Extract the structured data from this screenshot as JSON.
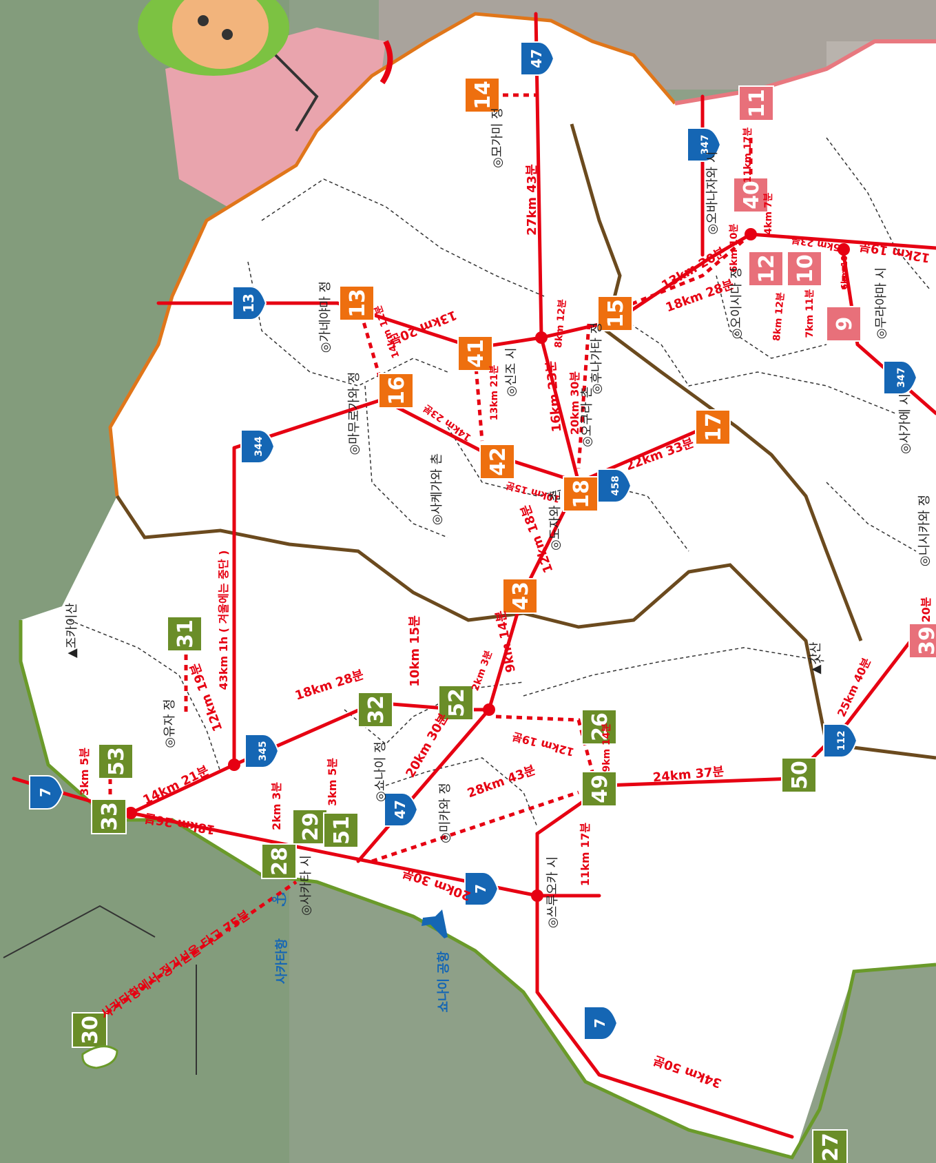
{
  "stations": [
    {
      "id": "9",
      "color": "pink"
    },
    {
      "id": "10",
      "color": "pink"
    },
    {
      "id": "11",
      "color": "pink"
    },
    {
      "id": "12",
      "color": "pink"
    },
    {
      "id": "40",
      "color": "pink"
    },
    {
      "id": "13",
      "color": "orange"
    },
    {
      "id": "14",
      "color": "orange"
    },
    {
      "id": "15",
      "color": "orange"
    },
    {
      "id": "16",
      "color": "orange"
    },
    {
      "id": "17",
      "color": "orange"
    },
    {
      "id": "18",
      "color": "orange"
    },
    {
      "id": "41",
      "color": "orange"
    },
    {
      "id": "42",
      "color": "orange"
    },
    {
      "id": "43",
      "color": "orange"
    },
    {
      "id": "26",
      "color": "green"
    },
    {
      "id": "27",
      "color": "green"
    },
    {
      "id": "28",
      "color": "green"
    },
    {
      "id": "29",
      "color": "green"
    },
    {
      "id": "30",
      "color": "green"
    },
    {
      "id": "31",
      "color": "green"
    },
    {
      "id": "32",
      "color": "green"
    },
    {
      "id": "33",
      "color": "green"
    },
    {
      "id": "49",
      "color": "green"
    },
    {
      "id": "50",
      "color": "green"
    },
    {
      "id": "51",
      "color": "green"
    },
    {
      "id": "52",
      "color": "green"
    },
    {
      "id": "53",
      "color": "green"
    },
    {
      "id": "39",
      "color": "pink"
    }
  ],
  "route_shields": [
    "47",
    "13",
    "344",
    "345",
    "347",
    "347",
    "458",
    "47",
    "112",
    "7",
    "7",
    "7"
  ],
  "distances": [
    "27km 43분",
    "13km 20분",
    "16km 23분",
    "12km 18분",
    "9km 14분",
    "2km 3분",
    "10km 15분",
    "18km 28분",
    "12km 19분",
    "43km 1h ( 겨울에는 중단 )",
    "14km 21분",
    "3km 5분",
    "18km 26분",
    "2km 3분",
    "3km 5분",
    "20km 30분",
    "28km 43분",
    "20km 30분",
    "11km 17분",
    "34km 50분",
    "24km 37분",
    "9km 14분",
    "12km 19분",
    "25km 40분",
    "22km 33분",
    "10km 15분",
    "14km 23분",
    "13km 21분",
    "14km 11분",
    "13km 20분",
    "18km 28분",
    "6km 10분",
    "11km 17분",
    "4km 7분",
    "15km 23분",
    "12km 19분",
    "6km 10분",
    "8km 12분",
    "7km 11분",
    "8km 12분",
    "20km 30분",
    "20분",
    "사카타항에서 정기선을 타고 75분"
  ],
  "towns": [
    "모가미 정",
    "가네야마 정",
    "신조 시",
    "마무로가와 정",
    "사케가와 촌",
    "오쿠라 촌",
    "후나가타 정",
    "도자와 촌",
    "오바나자와 시",
    "오이시다 정",
    "무라야마 시",
    "사가에 시",
    "니시카와 정",
    "유자 정",
    "쇼나이 정",
    "미카와 정",
    "사카타 시",
    "쓰루오카 시"
  ],
  "mountains": [
    "조카이산",
    "갓산"
  ],
  "ports": [
    "사카타항",
    "쇼나이 공항"
  ],
  "colors": {
    "road": "#e60012",
    "pink": "#e8707a",
    "orange": "#ee6f0f",
    "green": "#6a8d28",
    "shield": "#1566b4"
  }
}
